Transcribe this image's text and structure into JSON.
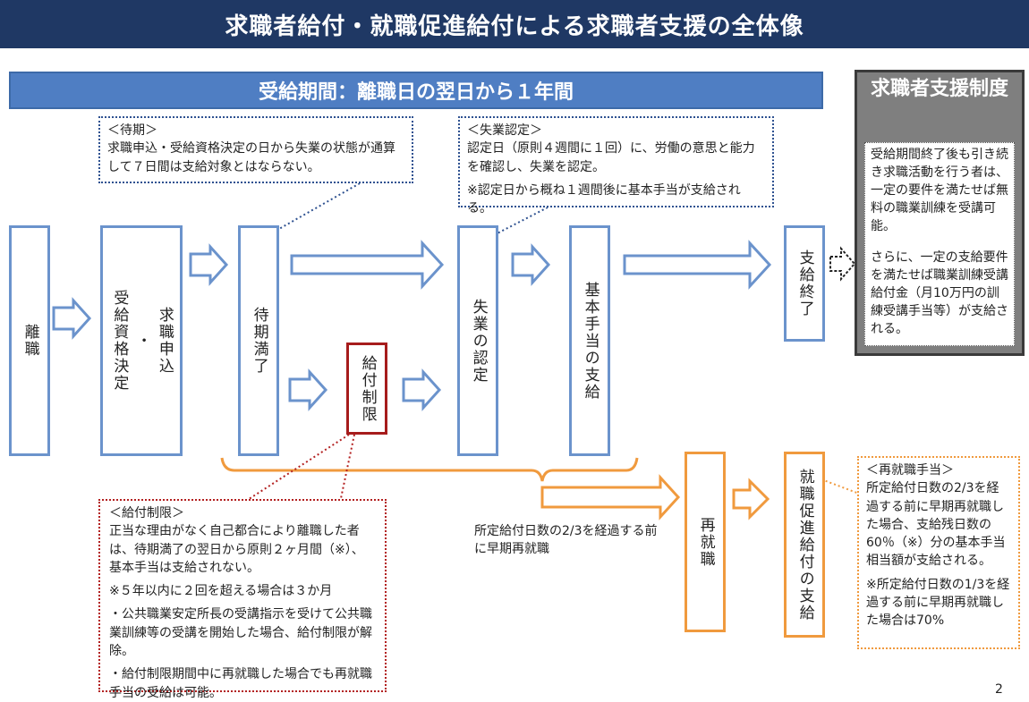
{
  "title": "求職者給付・就職促進給付による求職者支援の全体像",
  "period_banner": "受給期間：離職日の翌日から１年間",
  "boxes": {
    "rishoku": "離職",
    "shinkomi_a": "受給資格決定",
    "shinkomi_dot": "・",
    "shinkomi_b": "求職申込",
    "taiki": "待期満了",
    "kyufu_seigen": "給付制限",
    "shitsugyo": "失業の認定",
    "kihon": "基本手当の支給",
    "shikyu_shuryo": "支給終了",
    "saishushoku": "再就職",
    "shushoku_sokushin": "就職促進給付の支給"
  },
  "notes": {
    "taiki": {
      "title": "＜待期＞",
      "body": "求職申込・受給資格決定の日から失業の状態が通算して７日間は支給対象とはならない。"
    },
    "shitsugyo": {
      "title": "＜失業認定＞",
      "body": "認定日（原則４週間に１回）に、労働の意思と能力を確認し、失業を認定。",
      "note": "※認定日から概ね１週間後に基本手当が支給される。"
    },
    "kyufu_seigen": {
      "title": "＜給付制限＞",
      "body": "正当な理由がなく自己都合により離職した者は、待期満了の翌日から原則２ヶ月間（※）、基本手当は支給されない。",
      "note": "※５年以内に２回を超える場合は３か月",
      "bullet1": "・公共職業安定所長の受講指示を受けて公共職業訓練等の受講を開始した場合、給付制限が解除。",
      "bullet2": "・給付制限期間中に再就職した場合でも再就職手当の受給は可能。"
    },
    "saishushoku_teate": {
      "title": "＜再就職手当＞",
      "body": "所定給付日数の2/3を経過する前に早期再就職した場合、支給残日数の60％（※）分の基本手当相当額が支給される。",
      "note": "※所定給付日数の1/3を経過する前に早期再就職した場合は70%"
    }
  },
  "early_label": "所定給付日数の2/3を経過する前に早期再就職",
  "support": {
    "title": "求職者支援制度",
    "body1": "受給期間終了後も引き続き求職活動を行う者は、一定の要件を満たせば無料の職業訓練を受講可能。",
    "body2": "さらに、一定の支給要件を満たせば職業訓練受講給付金（月10万円の訓練受講手当等）が支給される。"
  },
  "page_number": "2",
  "colors": {
    "title_bg": "#1f3864",
    "banner_bg": "#4f7ec3",
    "box_border": "#6b93cc",
    "restrict_border": "#a61c1c",
    "orange": "#f09a3e",
    "panel_bg": "#7f7f7f"
  }
}
